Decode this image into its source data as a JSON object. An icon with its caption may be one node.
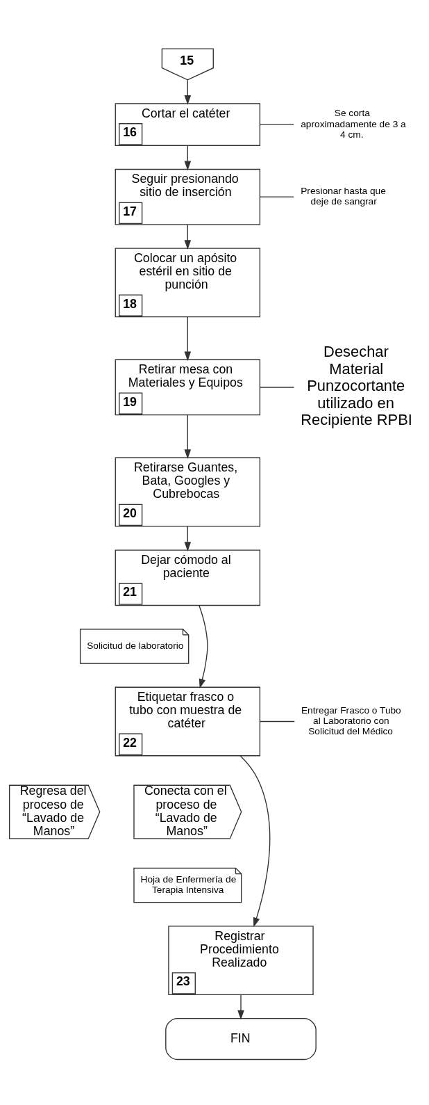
{
  "diagram": {
    "nodes": [
      {
        "text": [
          "15"
        ]
      },
      {
        "text": [
          "Cortar el catéter",
          "16"
        ]
      },
      {
        "text": [
          "Se corta aproximadamente de 3 a 4 cm."
        ]
      },
      {
        "text": [
          "Seguir presionando sitio de inserción",
          "17"
        ]
      },
      {
        "text": [
          "Presionar hasta que deje de sangrar"
        ]
      },
      {
        "text": [
          "Colocar un apósito estéril en sitio de punción",
          "18"
        ]
      },
      {
        "text": [
          "Retirar mesa con Materiales y Equipos",
          "19"
        ]
      },
      {
        "text": [
          "Desechar Material Punzocortante utilizado en Recipiente RPBI"
        ]
      },
      {
        "text": [
          "Retirarse Guantes, Bata, Googles y Cubrebocas",
          "20"
        ]
      },
      {
        "text": [
          "Dejar cómodo al paciente",
          "21"
        ]
      },
      {
        "text": [
          "Solicitud de laboratorio"
        ]
      },
      {
        "text": [
          "Etiquetar frasco o tubo con muestra de catéter",
          "22"
        ]
      },
      {
        "text": [
          "Entregar Frasco o Tubo al Laboratorio con Solicitud del Médico"
        ]
      },
      {
        "text": [
          "Regresa del proceso de “Lavado de Manos”"
        ]
      },
      {
        "text": [
          "Conecta con el proceso de “Lavado de Manos”"
        ]
      },
      {
        "text": [
          "Hoja de Enfermería de Terapia Intensiva"
        ]
      },
      {
        "text": [
          "Registrar Procedimiento Realizado",
          "23"
        ]
      },
      {
        "text": [
          "FIN"
        ]
      }
    ],
    "edges": [
      {
        "from": 0,
        "to": 1,
        "arrow": "to"
      },
      {
        "from": 1,
        "to": 2,
        "arrow": "none"
      },
      {
        "from": 1,
        "to": 3,
        "arrow": "to"
      },
      {
        "from": 3,
        "to": 4,
        "arrow": "none"
      },
      {
        "from": 3,
        "to": 5,
        "arrow": "to"
      },
      {
        "from": 5,
        "to": 6,
        "arrow": "to"
      },
      {
        "from": 6,
        "to": 7,
        "arrow": "none"
      },
      {
        "from": 6,
        "to": 8,
        "arrow": "to"
      },
      {
        "from": 8,
        "to": 9,
        "arrow": "to"
      },
      {
        "from": 9,
        "to": 11,
        "arrow": "to"
      },
      {
        "from": 11,
        "to": 12,
        "arrow": "none"
      },
      {
        "from": 11,
        "to": 16,
        "arrow": "to"
      },
      {
        "from": 16,
        "to": 17,
        "arrow": "to"
      }
    ]
  }
}
